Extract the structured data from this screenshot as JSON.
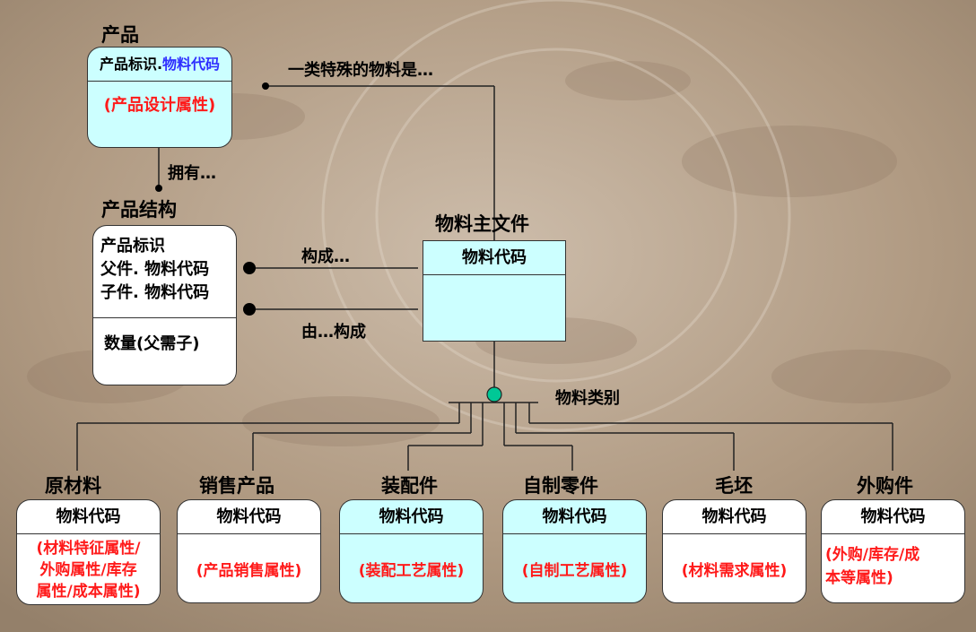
{
  "colors": {
    "accent_red": "#ff1a1a",
    "accent_blue": "#2e2eff",
    "box_cyan": "#ccffff",
    "box_white": "#ffffff",
    "connector_green": "#00c896"
  },
  "product": {
    "title": "产品",
    "header_prefix": "产品标识.",
    "header_code": "物料代码",
    "body": "(产品设计属性)"
  },
  "relations": {
    "owns": "拥有…",
    "special_material": "一类特殊的物料是…",
    "composes": "构成…",
    "composed_of": "由…构成",
    "material_category": "物料类别"
  },
  "product_structure": {
    "title": "产品结构",
    "line1": "产品标识",
    "line2": "父件. 物料代码",
    "line3": "子件. 物料代码",
    "quantity": "数量(父需子)"
  },
  "material_master": {
    "title": "物料主文件",
    "header": "物料代码"
  },
  "subtypes": [
    {
      "title": "原材料",
      "header": "物料代码",
      "body_lines": [
        "(材料特征属性/",
        "外购属性/库存",
        "属性/成本属性)"
      ]
    },
    {
      "title": "销售产品",
      "header": "物料代码",
      "body_lines": [
        "(产品销售属性)"
      ]
    },
    {
      "title": "装配件",
      "header": "物料代码",
      "body_lines": [
        "(装配工艺属性)"
      ]
    },
    {
      "title": "自制零件",
      "header": "物料代码",
      "body_lines": [
        "(自制工艺属性)"
      ]
    },
    {
      "title": "毛坯",
      "header": "物料代码",
      "body_lines": [
        "(材料需求属性)"
      ]
    },
    {
      "title": "外购件",
      "header": "物料代码",
      "body_lines": [
        "(外购/库存/成",
        "本等属性)"
      ]
    }
  ]
}
